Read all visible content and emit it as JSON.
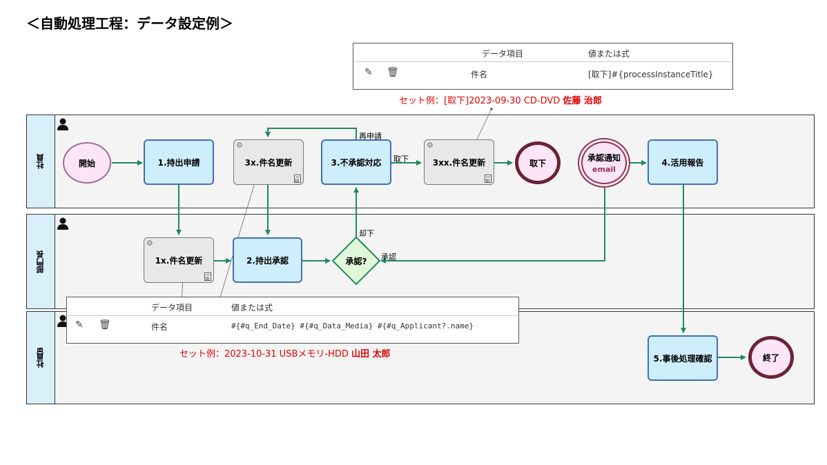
{
  "title": "＜自動処理工程：データ設定例＞",
  "lanes": [
    {
      "label": "社員"
    },
    {
      "label": "部門長"
    },
    {
      "label": "社員B"
    }
  ],
  "nodes": {
    "start": "開始",
    "apply": "1.持出申請",
    "upd3x": "3x.件名更新",
    "reject": "3.不承認対応",
    "upd3xx": "3xx.件名更新",
    "withdraw": "取下",
    "notify": "承認通知",
    "notify_sub": "email",
    "report": "4.活用報告",
    "upd1x": "1x.件名更新",
    "approve": "2.持出承認",
    "gateway": "承認?",
    "post": "5.事後処理確認",
    "end": "終了"
  },
  "flow_labels": {
    "resubmit": "再申請",
    "withdraw": "取下",
    "decline": "却下",
    "approved": "承認"
  },
  "panel_top": {
    "header_item": "データ項目",
    "header_value": "値または式",
    "row_item": "件名",
    "row_value": "[取下]#{processInstanceTitle}"
  },
  "panel_bottom": {
    "header_item": "データ項目",
    "header_value": "値または式",
    "row_item": "件名",
    "row_value": "#{#q_End_Date} #{#q_Data_Media} #{#q_Applicant?.name}"
  },
  "example_top": {
    "prefix": "セット例：[取下]2023-09-30 CD-DVD ",
    "bold": "佐藤 治郎"
  },
  "example_bottom": {
    "prefix": "セット例：2023-10-31 USBメモリ-HDD ",
    "bold": "山田 太郎"
  },
  "colors": {
    "flow": "#1e8a5a",
    "task_fill": "#cfeefc",
    "task_border": "#3f6fb5",
    "example_text": "#e00000"
  },
  "icons": [
    "person-icon",
    "gear-icon",
    "calculator-icon",
    "pencil-icon",
    "trash-icon"
  ]
}
